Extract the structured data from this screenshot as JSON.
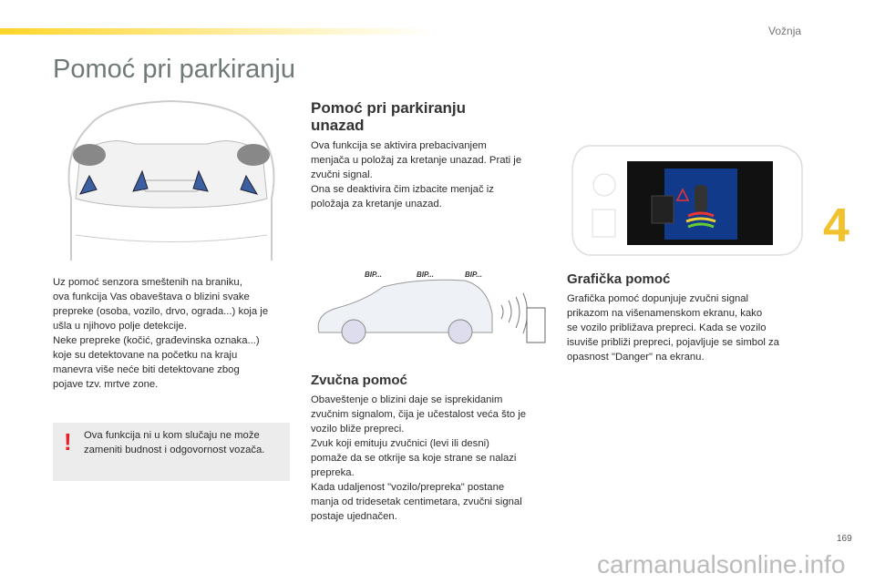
{
  "header": {
    "section": "Vožnja",
    "title": "Pomoć pri parkiranju"
  },
  "left": {
    "intro": [
      "Uz pomoć senzora smeštenih na braniku,",
      "ova funkcija Vas obaveštava o blizini svake",
      "prepreke (osoba, vozilo, drvo, ograda...) koja je",
      "ušla u njihovo polje detekcije.",
      "Neke prepreke (kočić, građevinska oznaka...)",
      "koje su detektovane na početku na kraju",
      "manevra više neće biti detektovane zbog",
      "pojave tzv. mrtve zone."
    ],
    "warning": [
      "Ova funkcija ni u kom slučaju ne može",
      "zameniti budnost i odgovornost vozača."
    ]
  },
  "middle": {
    "heading": [
      "Pomoć pri parkiranju",
      "unazad"
    ],
    "text": [
      "Ova funkcija se aktivira prebacivanjem",
      "menjača u položaj za kretanje unazad. Prati je",
      "zvučni signal.",
      "Ona se deaktivira čim izbacite menjač iz",
      "položaja za kretanje unazad."
    ],
    "bip_labels": [
      "BIP...",
      "BIP...",
      "BIP..."
    ],
    "sound_heading": "Zvučna pomoć",
    "sound_text": [
      "Obaveštenje o blizini daje se isprekidanim",
      "zvučnim signalom, čija je učestalost veća što je",
      "vozilo bliže prepreci.",
      "Zvuk koji emituju zvučnici (levi ili desni)",
      "pomaže da se otkrije sa koje strane se nalazi",
      "prepreka.",
      "Kada udaljenost \"vozilo/prepreka\" postane",
      "manja od tridesetak centimetara, zvučni signal",
      "postaje ujednačen."
    ]
  },
  "right": {
    "heading": "Grafička pomoć",
    "text": [
      "Grafička pomoć dopunjuje zvučni signal",
      "prikazom na višenamenskom ekranu, kako",
      "se vozilo približava prepreci. Kada se vozilo",
      "isuviše približi prepreci, pojavljuje se simbol za",
      "opasnost \"Danger\" na ekranu."
    ]
  },
  "chapter": "4",
  "page_number": "169",
  "watermark": "carmanualsonline.info"
}
